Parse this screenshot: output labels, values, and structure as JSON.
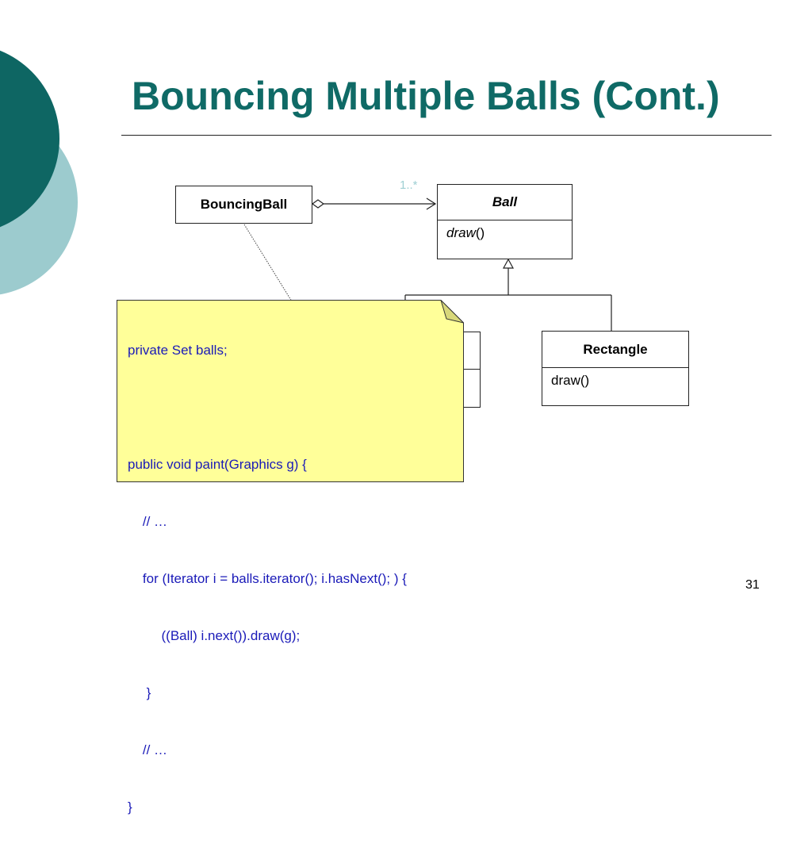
{
  "slide": {
    "title": "Bouncing Multiple Balls (Cont.)",
    "page_number": "31"
  },
  "colors": {
    "title": "#0f6a66",
    "deco_dark": "#0e6663",
    "deco_light": "#9ccbce",
    "note_fill": "#ffff99",
    "code_text": "#1a1ab8",
    "multiplicity": "#9fcfd3"
  },
  "diagram": {
    "classes": {
      "bouncing_ball": {
        "name": "BouncingBall"
      },
      "ball": {
        "name": "Ball",
        "method_name": "draw",
        "method_suffix": "()"
      },
      "hidden_subclass": {
        "name": ""
      },
      "rectangle": {
        "name": "Rectangle",
        "method": "draw()"
      }
    },
    "multiplicity": "1..*",
    "relations": [
      {
        "type": "aggregation",
        "from": "BouncingBall",
        "to": "Ball",
        "multiplicity": "1..*"
      },
      {
        "type": "generalization",
        "from": "Rectangle",
        "to": "Ball"
      },
      {
        "type": "note-anchor",
        "from": "note",
        "to": "BouncingBall"
      }
    ]
  },
  "note": {
    "lines": [
      "private Set balls;",
      "",
      "public void paint(Graphics g) {",
      "    // …",
      "    for (Iterator i = balls.iterator(); i.hasNext(); ) {",
      "         ((Ball) i.next()).draw(g);",
      "     }",
      "    // …",
      "}"
    ]
  }
}
